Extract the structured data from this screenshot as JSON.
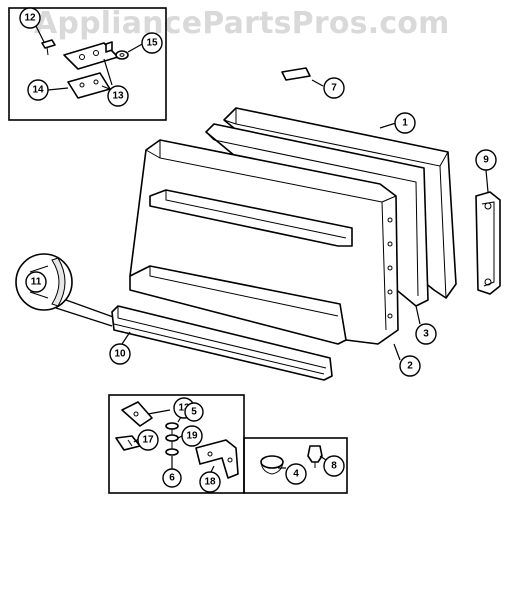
{
  "watermark": "AppliancePartsPros.com",
  "callouts": {
    "c1": "1",
    "c2": "2",
    "c3": "3",
    "c4": "4",
    "c5": "5",
    "c6": "6",
    "c7": "7",
    "c8": "8",
    "c9": "9",
    "c10": "10",
    "c11": "11",
    "c12": "12",
    "c13a": "13",
    "c13b": "13",
    "c14": "14",
    "c15": "15",
    "c17": "17",
    "c18": "18",
    "c19": "19"
  }
}
